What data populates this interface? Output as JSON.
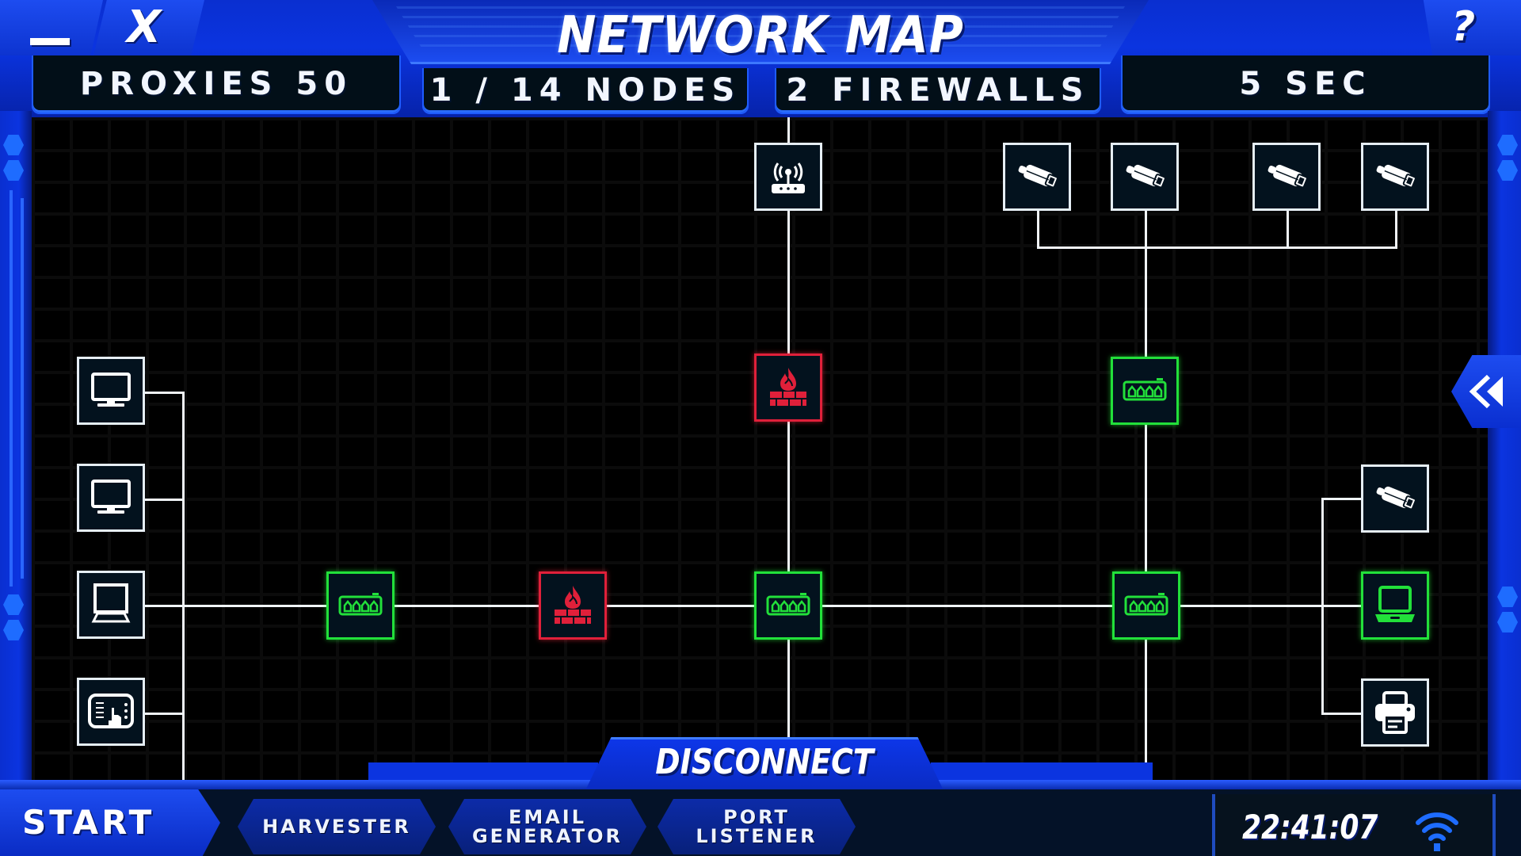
{
  "window": {
    "title": "NETWORK MAP",
    "minimize_icon": "minimize-icon",
    "close_label": "X",
    "help_label": "?"
  },
  "stats": {
    "proxies": "PROXIES 50",
    "nodes": "1 / 14 NODES",
    "firewalls": "2 FIREWALLS",
    "timer": "5 SEC"
  },
  "map": {
    "nodes": [
      {
        "id": "router",
        "type": "router",
        "status": "neutral",
        "icon": "wifi-router-icon"
      },
      {
        "id": "camera-1",
        "type": "camera",
        "status": "neutral",
        "icon": "security-camera-icon"
      },
      {
        "id": "camera-2",
        "type": "camera",
        "status": "neutral",
        "icon": "security-camera-icon"
      },
      {
        "id": "camera-3",
        "type": "camera",
        "status": "neutral",
        "icon": "security-camera-icon"
      },
      {
        "id": "camera-4",
        "type": "camera",
        "status": "neutral",
        "icon": "security-camera-icon"
      },
      {
        "id": "firewall-1",
        "type": "firewall",
        "status": "hostile",
        "icon": "firewall-icon"
      },
      {
        "id": "switch-top",
        "type": "switch",
        "status": "hacked",
        "icon": "network-switch-icon"
      },
      {
        "id": "monitor-1",
        "type": "computer",
        "status": "neutral",
        "icon": "monitor-icon"
      },
      {
        "id": "monitor-2",
        "type": "computer",
        "status": "neutral",
        "icon": "monitor-icon"
      },
      {
        "id": "monitor-3",
        "type": "computer",
        "status": "neutral",
        "icon": "monitor-icon"
      },
      {
        "id": "kiosk",
        "type": "touchscreen",
        "status": "neutral",
        "icon": "touchscreen-icon"
      },
      {
        "id": "switch-1",
        "type": "switch",
        "status": "hacked",
        "icon": "network-switch-icon"
      },
      {
        "id": "firewall-2",
        "type": "firewall",
        "status": "hostile",
        "icon": "firewall-icon"
      },
      {
        "id": "switch-2",
        "type": "switch",
        "status": "hacked",
        "icon": "network-switch-icon"
      },
      {
        "id": "switch-3",
        "type": "switch",
        "status": "hacked",
        "icon": "network-switch-icon"
      },
      {
        "id": "camera-5",
        "type": "camera",
        "status": "neutral",
        "icon": "security-camera-icon"
      },
      {
        "id": "laptop",
        "type": "laptop",
        "status": "hacked",
        "icon": "laptop-icon"
      },
      {
        "id": "printer",
        "type": "printer",
        "status": "neutral",
        "icon": "printer-icon"
      }
    ],
    "colors": {
      "neutral": "#e6eef5",
      "hostile": "#e0203a",
      "hacked": "#22e03a",
      "link": "#f0f4f8",
      "frame": "#0b34e0"
    }
  },
  "actions": {
    "disconnect": "DISCONNECT",
    "collapse_icon": "double-chevron-left-icon"
  },
  "taskbar": {
    "start": "START",
    "tools": [
      "HARVESTER",
      "EMAIL\nGENERATOR",
      "PORT\nLISTENER"
    ],
    "clock": "22:41:07",
    "signal_icon": "wifi-signal-icon"
  }
}
